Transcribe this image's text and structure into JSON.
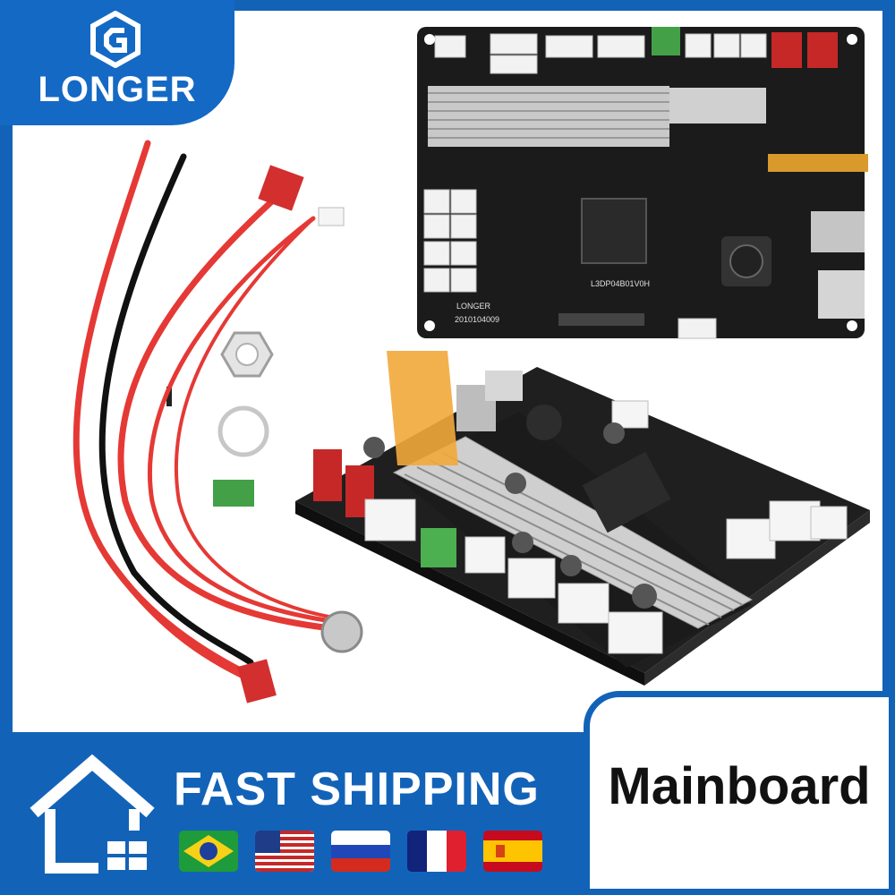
{
  "brand": {
    "name": "LONGER",
    "color": "#1469c4"
  },
  "banner": {
    "shipping_text": "FAST SHIPPING",
    "product_label": "Mainboard"
  },
  "flags": [
    {
      "country": "Brazil",
      "icon": "brazil-flag"
    },
    {
      "country": "United States",
      "icon": "usa-flag"
    },
    {
      "country": "Russia",
      "icon": "russia-flag"
    },
    {
      "country": "France",
      "icon": "france-flag"
    },
    {
      "country": "Spain",
      "icon": "spain-flag"
    }
  ],
  "board": {
    "silkscreen_brand": "LONGER",
    "silkscreen_model": "L3DP04B01V0H",
    "silkscreen_serial": "2010104009"
  },
  "colors": {
    "background_blue": "#1263b8",
    "panel_white": "#ffffff",
    "pcb_black": "#1b1b1b",
    "wire_red": "#e53935",
    "wire_black": "#111111"
  }
}
